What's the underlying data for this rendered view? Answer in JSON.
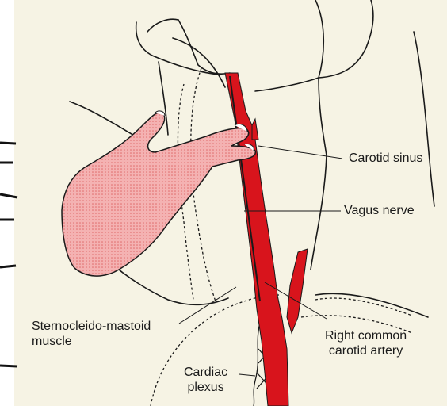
{
  "labels": {
    "carotid_sinus": "Carotid sinus",
    "vagus_nerve": "Vagus nerve",
    "right_common_line1": "Right common",
    "right_common_line2": "carotid artery",
    "sternocleido_line1": "Sternocleido-mastoid",
    "sternocleido_line2": "muscle",
    "cardiac_line1": "Cardiac",
    "cardiac_line2": "plexus"
  },
  "colors": {
    "background": "#f6f3e4",
    "artery": "#d8141c",
    "hand_skin": "#f3a7a7",
    "outline": "#1a1a1a"
  }
}
